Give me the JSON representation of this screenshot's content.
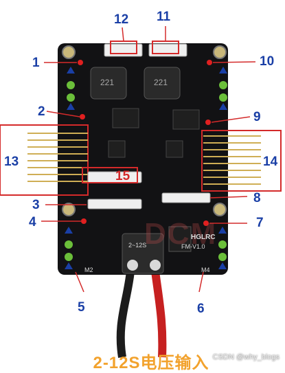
{
  "colors": {
    "board": "#121214",
    "label_blue": "#1a3fa6",
    "highlight_box": "#d42a2a",
    "caption_orange": "#f2a22d",
    "cable_red": "#c62020"
  },
  "callouts": {
    "n1": "1",
    "n2": "2",
    "n3": "3",
    "n4": "4",
    "n5": "5",
    "n6": "6",
    "n7": "7",
    "n8": "8",
    "n9": "9",
    "n10": "10",
    "n11": "11",
    "n12": "12",
    "n13": "13",
    "n14": "14",
    "n15": "15"
  },
  "caption": "2-12S电压输入",
  "watermark": "CSDN @why_blogs",
  "brand_watermark": "DCM",
  "board_text": {
    "inductor_left": "221",
    "inductor_right": "221",
    "motor_out_left": "M2",
    "motor_out_right": "M4",
    "power_label": "2~12S",
    "product_name": "HGLRC",
    "version": "FM-V1.0"
  }
}
